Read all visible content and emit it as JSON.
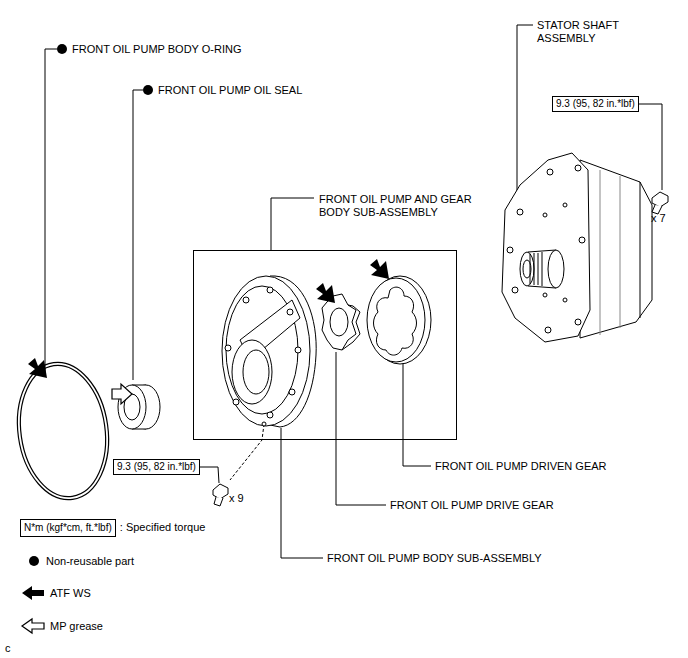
{
  "diagram": {
    "nodes": [
      {
        "text": [
          "FRONT OIL PUMP AND GEAR BODY SUB-ASSEMBLY"
        ]
      },
      {
        "text": [
          "9.3 (95, 82 in.*lbf)"
        ]
      },
      {
        "text": [
          "9.3 (95, 82 in.*lbf)"
        ]
      }
    ],
    "labels": [
      "FRONT OIL PUMP BODY O-RING",
      "FRONT OIL PUMP OIL SEAL",
      "STATOR SHAFT ASSEMBLY",
      "x 7",
      "x 9",
      "FRONT OIL PUMP DRIVEN GEAR",
      "FRONT OIL PUMP DRIVE GEAR",
      "FRONT OIL PUMP BODY SUB-ASSEMBLY",
      "N*m (kgf*cm, ft.*lbf)",
      "c"
    ],
    "legend": [
      {
        "text": ": Specified torque"
      },
      {
        "text": "Non-reusable part"
      },
      {
        "text": "ATF WS"
      },
      {
        "text": "MP grease"
      }
    ]
  }
}
